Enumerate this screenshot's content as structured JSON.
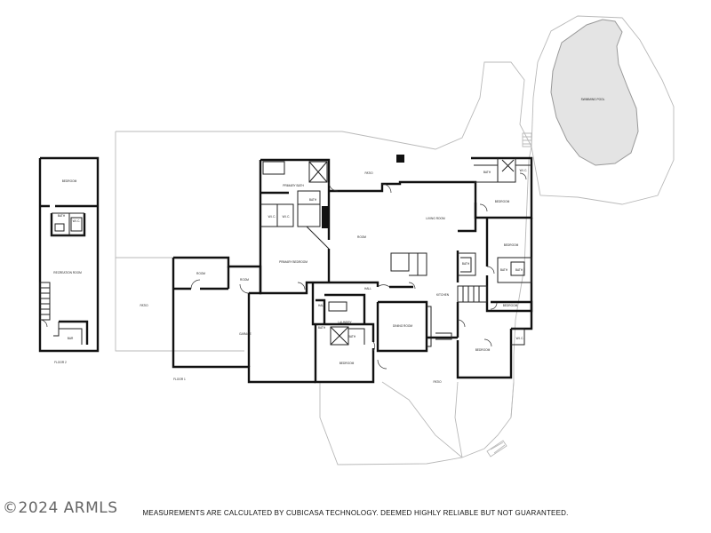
{
  "labels": {
    "pool": "SWIMMING POOL",
    "bedroom": "BEDROOM",
    "bath": "BATH",
    "wic": "W.I.C.",
    "recreation_room": "RECREATION ROOM",
    "bar": "BAR",
    "floor_2": "FLOOR 2",
    "patio": "PATIO",
    "room": "ROOM",
    "primary_bath": "PRIMARY BATH",
    "primary_bedroom": "PRIMARY BEDROOM",
    "garage": "GARAGE",
    "floor_1": "FLOOR 1",
    "room2": "ROOM",
    "hall": "HALL",
    "laundry": "LAUNDRY",
    "living_room": "LIVING ROOM",
    "kitchen": "KITCHEN",
    "dining_room": "DINING ROOM",
    "bedroom_lower": "BEDROOM"
  },
  "watermark": "©2024 ARMLS",
  "footer": "MEASUREMENTS ARE CALCULATED BY CUBICASA TECHNOLOGY. DEEMED HIGHLY RELIABLE BUT NOT GUARANTEED."
}
